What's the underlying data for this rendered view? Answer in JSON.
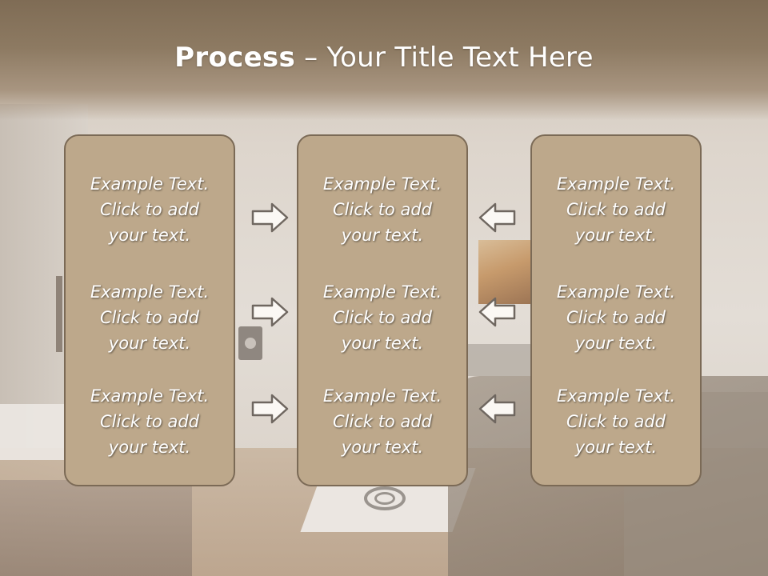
{
  "slide": {
    "title_bold": "Process",
    "title_rest": " – Your Title Text Here"
  },
  "columns": [
    {
      "position": "left",
      "items": [
        {
          "line1": "Example Text.",
          "line2": "Click  to add",
          "line3": "your text."
        },
        {
          "line1": "Example Text.",
          "line2": "Click  to add",
          "line3": "your text."
        },
        {
          "line1": "Example Text.",
          "line2": "Click  to add",
          "line3": "your text."
        }
      ]
    },
    {
      "position": "center",
      "items": [
        {
          "line1": "Example Text.",
          "line2": "Click  to add",
          "line3": "your text."
        },
        {
          "line1": "Example Text.",
          "line2": "Click  to add",
          "line3": "your text."
        },
        {
          "line1": "Example Text.",
          "line2": "Click  to add",
          "line3": "your text."
        }
      ]
    },
    {
      "position": "right",
      "items": [
        {
          "line1": "Example Text.",
          "line2": "Click  to add",
          "line3": "your text."
        },
        {
          "line1": "Example Text.",
          "line2": "Click  to add",
          "line3": "your text."
        },
        {
          "line1": "Example Text.",
          "line2": "Click  to add",
          "line3": "your text."
        }
      ]
    }
  ],
  "arrows": {
    "left_to_center": "arrow-right-icon",
    "right_to_center": "arrow-left-icon"
  },
  "colors": {
    "header": "#8d7a62",
    "box_fill": "#bda88b",
    "box_border": "#7b6a56",
    "text": "#ffffff"
  }
}
